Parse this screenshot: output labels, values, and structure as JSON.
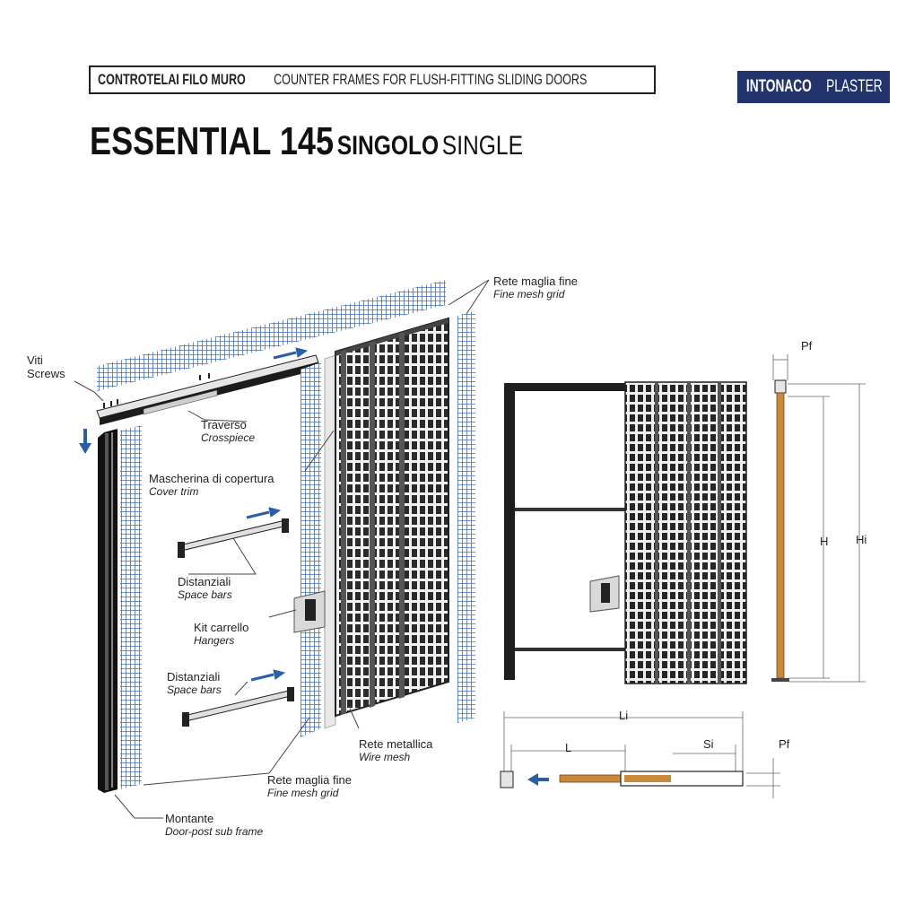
{
  "header": {
    "it_bold": "CONTROTELAI FILO MURO",
    "en": "COUNTER FRAMES FOR FLUSH-FITTING SLIDING DOORS"
  },
  "badge": {
    "it": "INTONACO",
    "en": "PLASTER"
  },
  "title": {
    "model": "ESSENTIAL 145",
    "it": "SINGOLO",
    "en": "SINGLE"
  },
  "labels": {
    "mesh_top": {
      "it": "Rete maglia fine",
      "en": "Fine mesh grid"
    },
    "screws": {
      "it": "Viti",
      "en": "Screws"
    },
    "crosspiece": {
      "it": "Traverso",
      "en": "Crosspiece"
    },
    "cover_trim": {
      "it": "Mascherina di copertura",
      "en": "Cover trim"
    },
    "space_bars_1": {
      "it": "Distanziali",
      "en": "Space bars"
    },
    "hangers": {
      "it": "Kit carrello",
      "en": "Hangers"
    },
    "space_bars_2": {
      "it": "Distanziali",
      "en": "Space bars"
    },
    "wire_mesh": {
      "it": "Rete metallica",
      "en": "Wire mesh"
    },
    "mesh_bottom": {
      "it": "Rete maglia fine",
      "en": "Fine mesh grid"
    },
    "door_post": {
      "it": "Montante",
      "en": "Door-post sub frame"
    }
  },
  "dimensions": {
    "pf_side": "Pf",
    "h": "H",
    "hi": "Hi",
    "li": "Li",
    "l": "L",
    "si": "Si",
    "pf_plan": "Pf"
  },
  "colors": {
    "badge_bg": "#23336b",
    "mesh": "#3f6fb0",
    "arrow": "#2a5ea8",
    "wood": "#c9883c",
    "frame_dark": "#1b1b1b"
  }
}
